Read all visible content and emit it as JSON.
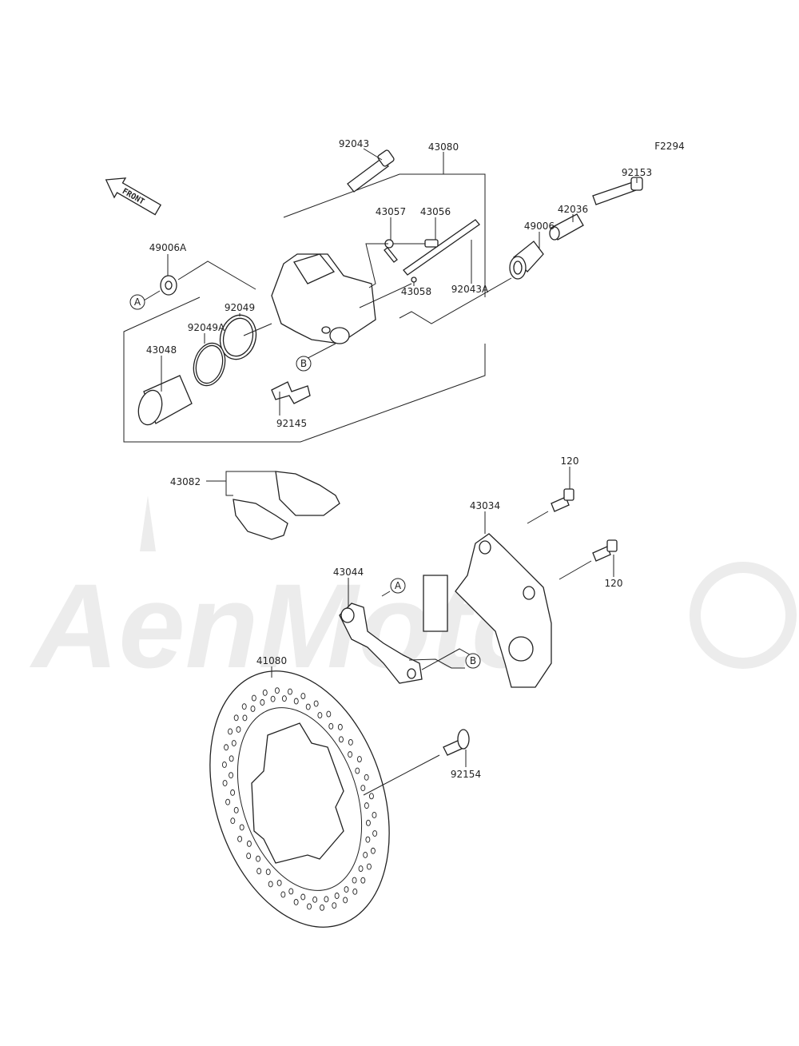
{
  "diagram": {
    "figure_code": "F2294",
    "watermark": "AenMoto",
    "front_arrow": "FRONT",
    "labels": {
      "p92043": "92043",
      "p43080": "43080",
      "p92153": "92153",
      "p42036": "42036",
      "p49006": "49006",
      "p43057": "43057",
      "p43056": "43056",
      "p49006A": "49006A",
      "p92043A": "92043A",
      "p43058": "43058",
      "p92049": "92049",
      "p92049A": "92049A",
      "p43048": "43048",
      "p92145": "92145",
      "p43082": "43082",
      "p120a": "120",
      "p43034": "43034",
      "p120b": "120",
      "p43044": "43044",
      "p41080": "41080",
      "p92154": "92154"
    },
    "refs": {
      "a1": "A",
      "b1": "B",
      "a2": "A",
      "b2": "B"
    }
  }
}
